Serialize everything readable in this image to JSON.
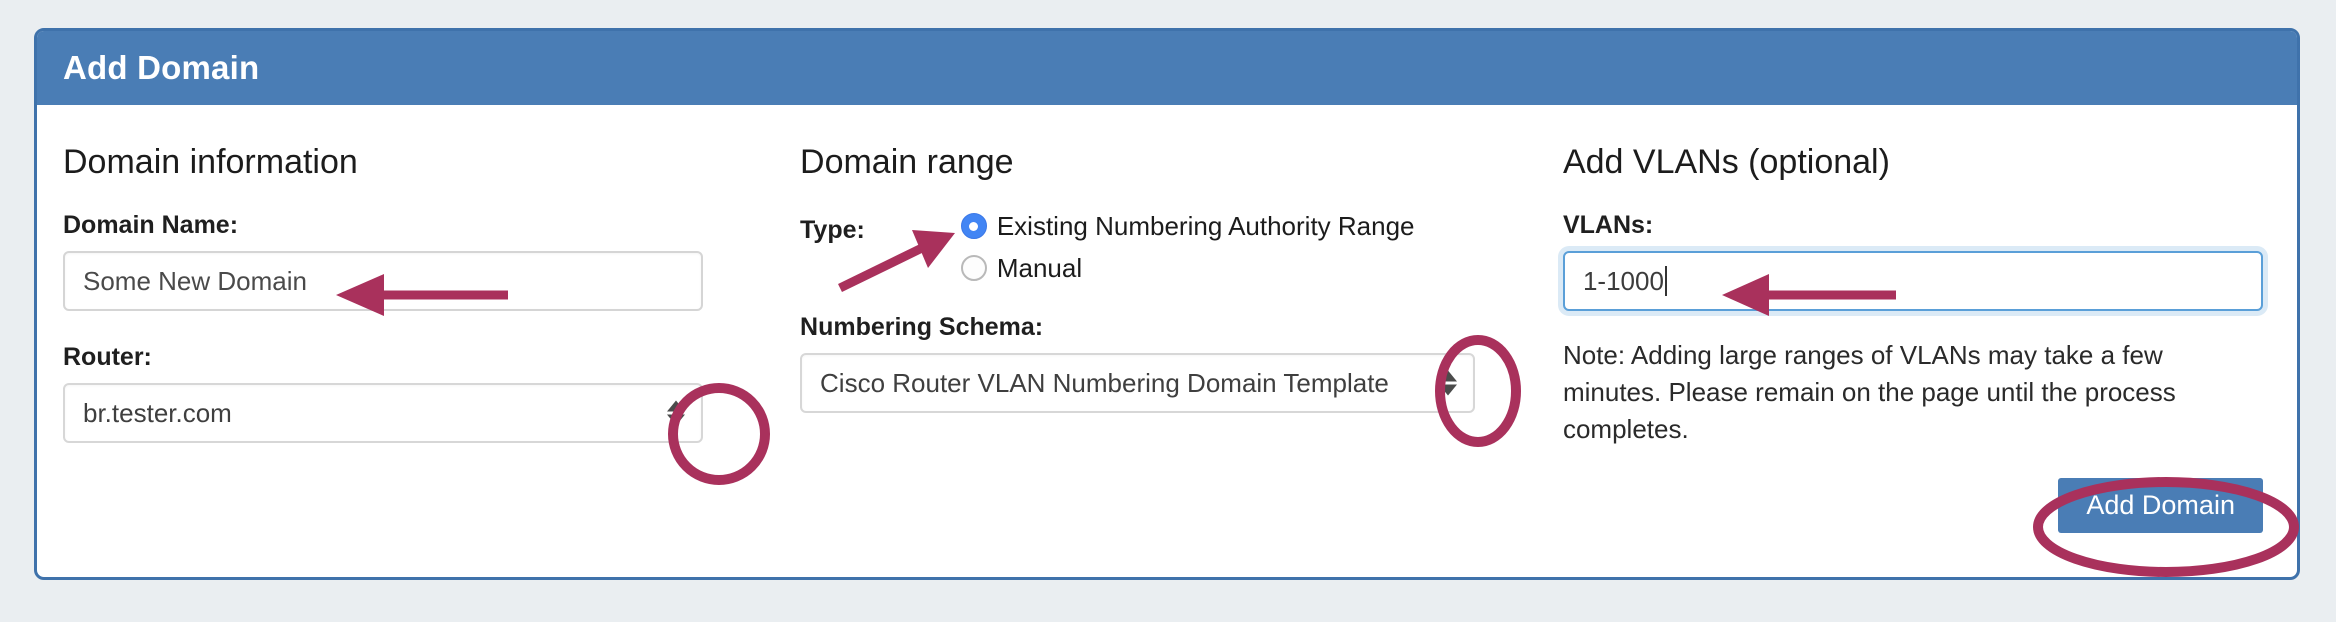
{
  "panel": {
    "title": "Add Domain"
  },
  "columns": {
    "domain_information": {
      "heading": "Domain information",
      "domain_name_label": "Domain Name:",
      "domain_name_value": "Some New Domain",
      "router_label": "Router:",
      "router_value": "br.tester.com",
      "router_arrows_icon": "select-updown-arrows-icon"
    },
    "domain_range": {
      "heading": "Domain range",
      "type_label": "Type:",
      "options": [
        {
          "label": "Existing Numbering Authority Range",
          "selected": true
        },
        {
          "label": "Manual",
          "selected": false
        }
      ],
      "numbering_schema_label": "Numbering Schema:",
      "numbering_schema_value": "Cisco Router VLAN Numbering Domain Template",
      "schema_arrows_icon": "select-updown-arrows-icon"
    },
    "add_vlans": {
      "heading": "Add VLANs (optional)",
      "vlans_label": "VLANs:",
      "vlans_value": "1-1000",
      "note": "Note: Adding large ranges of VLANs may take a few minutes. Please remain on the page until the process completes.",
      "submit_label": "Add Domain"
    }
  },
  "annotations": {
    "color": "#a9315c",
    "items": [
      {
        "name": "arrow-to-domain-name-field",
        "kind": "arrow"
      },
      {
        "name": "arrow-to-existing-range-radio",
        "kind": "arrow"
      },
      {
        "name": "arrow-to-vlans-field",
        "kind": "arrow"
      },
      {
        "name": "circle-around-router-select-arrows",
        "kind": "ellipse"
      },
      {
        "name": "circle-around-schema-select-arrows",
        "kind": "ellipse"
      },
      {
        "name": "circle-around-add-domain-button",
        "kind": "ellipse"
      }
    ]
  },
  "colors": {
    "page_background": "#eaeef1",
    "panel_border": "#3f72ab",
    "header_blue": "#4a7db5",
    "button_blue": "#4a7db5",
    "radio_selected": "#4285f4",
    "focus_blue": "#5a9fd8",
    "annotation_crimson": "#a9315c"
  }
}
